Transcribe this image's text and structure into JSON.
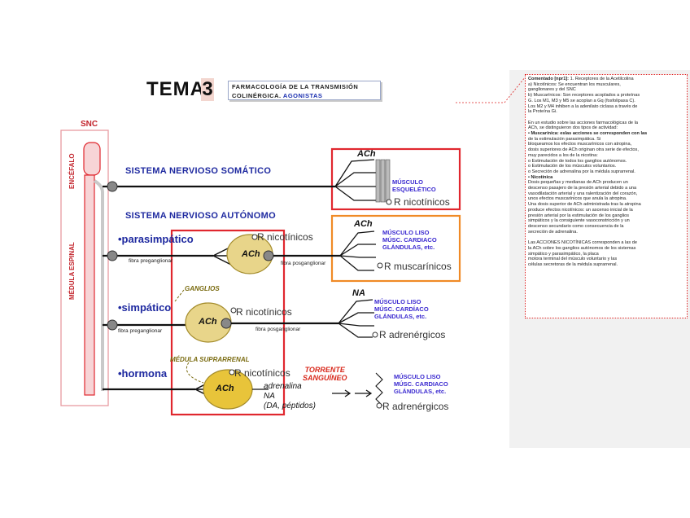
{
  "header": {
    "tema_label": "TEMA",
    "tema_number": "3",
    "subtitle_line1": "FARMACOLOGÍA DE LA TRANSMISIÓN",
    "subtitle_line2_prefix": "COLINÉRGICA.",
    "subtitle_line2_accent": "AGONISTAS"
  },
  "cns": {
    "snc_label": "SNC",
    "encefalo_label": "ENCÉFALO",
    "medula_label": "MÉDULA ESPINAL"
  },
  "somatic": {
    "title": "SISTEMA NERVIOSO SOMÁTICO",
    "transmitter": "ACh",
    "effector": [
      "MÚSCULO",
      "ESQUELÉTICO"
    ],
    "receptor": "R nicotínicos"
  },
  "autonomic": {
    "title": "SISTEMA NERVIOSO AUTÓNOMO",
    "parasympathetic": {
      "label": "•parasimpático",
      "pre_fiber": "fibra preganglionar",
      "ganglion_transmitter": "ACh",
      "ganglion_receptor": "R nicotínicos",
      "post_fiber": "fibra posganglionar",
      "transmitter": "ACh",
      "effectors": [
        "MÚSCULO LISO",
        "MÚSC. CARDIACO",
        "GLÁNDULAS, etc."
      ],
      "receptor": "R muscarínicos"
    },
    "ganglia_label": "GANGLIOS",
    "sympathetic": {
      "label": "•simpático",
      "pre_fiber": "fibra preganglionar",
      "ganglion_transmitter": "ACh",
      "ganglion_receptor": "R nicotínicos",
      "post_fiber": "fibra posganglionar",
      "transmitter": "NA",
      "effectors": [
        "MÚSCULO LISO",
        "MÚSC. CARDÍACO",
        "GLÁNDULAS, etc."
      ],
      "receptor": "R adrenérgicos"
    },
    "adrenal_label": "MÉDULA SUPRARRENAL",
    "hormone": {
      "label": "•hormona",
      "ganglion_transmitter": "ACh",
      "ganglion_receptor": "R nicotínicos",
      "released": [
        "adrenalina",
        "NA",
        "(DA, péptidos)"
      ],
      "bloodstream": [
        "TORRENTE",
        "SANGUÍNEO"
      ],
      "effectors": [
        "MÚSCULO LISO",
        "MÚSC. CARDIACO",
        "GLÁNDULAS, etc."
      ],
      "receptor": "R adrenérgicos"
    }
  },
  "comment": {
    "author": "Comentado [npr1]:",
    "lines": [
      "1. Receptores de la Acetilcolina",
      "a) Nicotínicos: Se encuentran los musculares,",
      "ganglionares y del SNC",
      "b) Muscarínicos: Son receptores acoplados a proteínas",
      "G. Los M1, M3 y M5 se acoplan a Gq (fosfolipasa C).",
      "Los M2 y M4 inhiben a la adenilato ciclasa a través de",
      "la Proteína Gi.",
      "",
      "En un estudio sobre las acciones farmacológicas de la",
      "ACh, se distinguieron dos tipos de actividad:",
      "• Muscarínica: eslas acciones se corresponden con las",
      "de la estimulación parasimpática. Si",
      "bloqueamos los efectos muscarínicos con atropina,",
      "dosis superiores de ACh originan otra serie de efectos,",
      "muy parecidos a los de la nicotina:",
      "o Estimulación de todos los ganglios autónomos.",
      "o Estimulación de los músculos voluntarios.",
      "o Secreción de adrenalina por la médula suprarrenal.",
      "• Nicotínica",
      "Dosis pequeñas y medianas de ACh producen un",
      "descenso pasajero de la presión arterial debido a una",
      "vasodilatación arterial y una ralentización del corazón,",
      "unos efectos muscarínicos que anula la atropina.",
      "Una dosis superior de ACh administrada tras la atropina",
      "produce efectos nicotínicos: un ascenso inicial de la",
      "presión arterial por la estimulación de los ganglios",
      "simpáticos y la consiguiente vasoconstricción y un",
      "descenso secundario como consecuencia de la",
      "secreción de adrenalina.",
      "",
      "Las ACCIONES NICOTÍNICAS corresponden a las de",
      "la ACh sobre los ganglios autónomos de los sistemas",
      "simpático y parasimpático, la placa",
      "motora terminal del músculo voluntario y las",
      "células secretoras de la médula suprarrenal."
    ]
  },
  "colors": {
    "accent_red": "#e0272e",
    "accent_orange": "#f08a26",
    "ganglion_fill": "#e8d58a",
    "label_blue": "#1f2aa0"
  }
}
